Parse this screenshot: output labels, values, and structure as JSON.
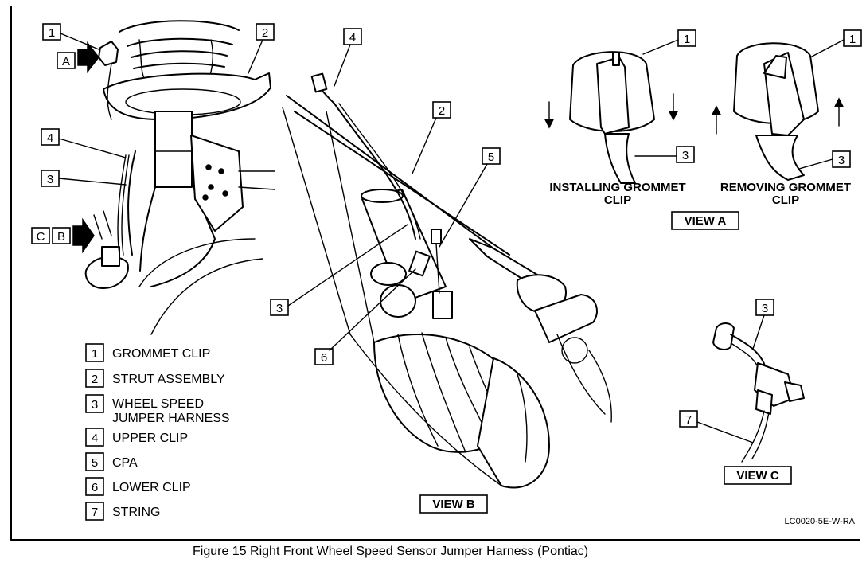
{
  "figure_caption": "Figure 15 Right Front Wheel Speed Sensor Jumper Harness (Pontiac)",
  "figure_code": "LC0020-5E-W-RA",
  "views": {
    "a_label": "VIEW A",
    "b_label": "VIEW B",
    "c_label": "VIEW C"
  },
  "view_a": {
    "installing_line1": "INSTALLING GROMMET",
    "installing_line2": "CLIP",
    "removing_line1": "REMOVING GROMMET",
    "removing_line2": "CLIP"
  },
  "view_markers": {
    "a": "A",
    "b": "B",
    "c": "C"
  },
  "callouts": {
    "n1": "1",
    "n2": "2",
    "n3": "3",
    "n4": "4",
    "n5": "5",
    "n6": "6",
    "n7": "7"
  },
  "legend": [
    {
      "num": "1",
      "label": "GROMMET CLIP"
    },
    {
      "num": "2",
      "label": "STRUT ASSEMBLY"
    },
    {
      "num": "3",
      "label": "WHEEL SPEED",
      "label2": "JUMPER HARNESS"
    },
    {
      "num": "4",
      "label": "UPPER CLIP"
    },
    {
      "num": "5",
      "label": "CPA"
    },
    {
      "num": "6",
      "label": "LOWER CLIP"
    },
    {
      "num": "7",
      "label": "STRING"
    }
  ]
}
